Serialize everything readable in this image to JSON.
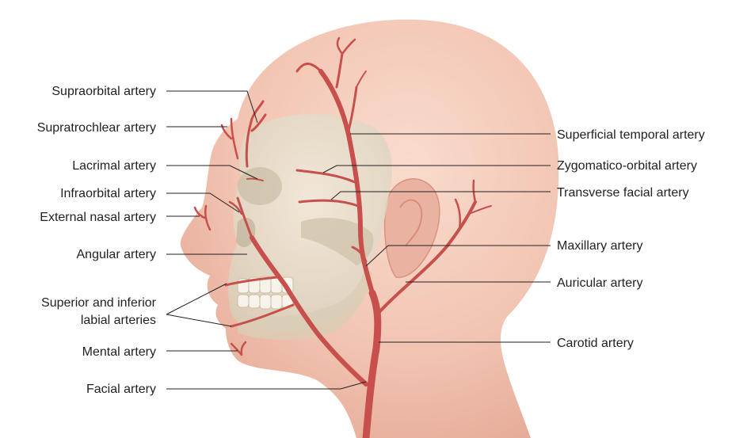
{
  "figure": {
    "labels_left": {
      "supraorbital": "Supraorbital artery",
      "supratrochlear": "Supratrochlear artery",
      "lacrimal": "Lacrimal artery",
      "infraorbital": "Infraorbital artery",
      "external_nasal": "External nasal artery",
      "angular": "Angular artery",
      "labial_line1": "Superior and inferior",
      "labial_line2": "labial arteries",
      "mental": "Mental artery",
      "facial": "Facial artery"
    },
    "labels_right": {
      "superficial_temporal": "Superficial temporal artery",
      "zygomatico_orbital": "Zygomatico-orbital artery",
      "transverse_facial": "Transverse facial artery",
      "maxillary": "Maxillary artery",
      "auricular": "Auricular artery",
      "carotid": "Carotid artery"
    },
    "colors": {
      "skin": "#f3c7b6",
      "skull": "#e8e0cf",
      "artery": "#c8504c",
      "text": "#231f20"
    }
  }
}
